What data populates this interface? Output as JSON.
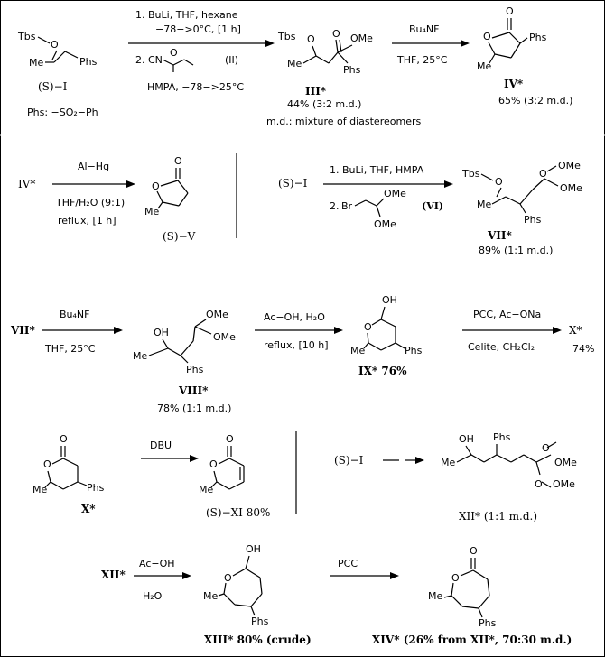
{
  "panel1": {
    "start_label": "(S)−I",
    "phs_def": "Phs:  −SO₂−Ph",
    "step1": "1. BuLi,  THF, hexane",
    "step1b": "−78−>0°C, [1 h]",
    "step2": "2.",
    "reagent2_label": "(II)",
    "step2b": "HMPA,   −78−>25°C",
    "p3_label": "III*",
    "p3_yield": "44% (3:2 m.d.)",
    "md_note": "m.d.: mixture of diastereomers",
    "r2a": "Bu₄NF",
    "r2b": "THF,  25°C",
    "p4_label": "IV*",
    "p4_yield": "65% (3:2 m.d.)"
  },
  "panel2": {
    "start_label": "IV*",
    "r1": "Al−Hg",
    "r2": "THF/H₂O (9:1)",
    "r3": "reflux,  [1 h]",
    "p5_label": "(S)−V"
  },
  "panel3": {
    "start_label": "(S)−I",
    "r1": "1. BuLi,  THF, HMPA",
    "r2": "2.",
    "vi_label": "(VI)",
    "p7_label": "VII*",
    "p7_yield": "89% (1:1 m.d.)"
  },
  "panel4": {
    "start_label": "VII*",
    "r1a": "Bu₄NF",
    "r1b": "THF,   25°C",
    "p8_label": "VIII*",
    "p8_yield": "78% (1:1 m.d.)",
    "r2a": "Ac−OH,   H₂O",
    "r2b": "reflux,  [10 h]",
    "p9_label": "IX*  76%",
    "r3a": "PCC,  Ac−ONa",
    "r3b": "Celite,  CH₂Cl₂",
    "p10_label": "X*",
    "p10_yield": "74%"
  },
  "panel5": {
    "start_label": "X*",
    "r1": "DBU",
    "p11_label": "(S)−XI  80%",
    "right_start": "(S)−I",
    "p12_label": "XII*  (1:1 m.d.)"
  },
  "panel6": {
    "start_label": "XII*",
    "r1a": "Ac−OH",
    "r1b": "H₂O",
    "p13_label": "XIII*  80%  (crude)",
    "r2": "PCC",
    "p14_label": "XIV*  (26% from XII*, 70:30 m.d.)"
  },
  "atoms": {
    "tbs": "Tbs",
    "o": "O",
    "oh": "OH",
    "me": "Me",
    "phs": "Phs",
    "ome": "OMe",
    "cn": "CN",
    "br": "Br"
  }
}
